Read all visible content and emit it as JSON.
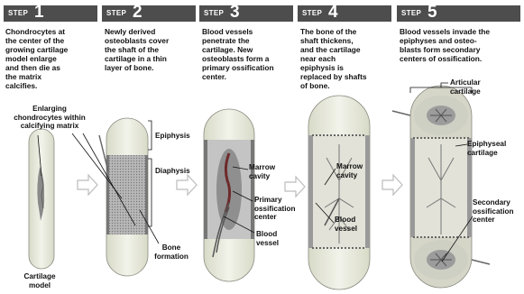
{
  "steps": [
    {
      "label": "STEP",
      "number": "1",
      "text": [
        "Chondrocytes at",
        "the center of the",
        "growing cartilage",
        "model enlarge",
        "and then die as",
        "the matrix",
        "calcifies."
      ]
    },
    {
      "label": "STEP",
      "number": "2",
      "text": [
        "Newly derived",
        "osteoblasts cover",
        "the shaft of the",
        "cartilage in a thin",
        "layer of bone."
      ]
    },
    {
      "label": "STEP",
      "number": "3",
      "text": [
        "Blood vessels",
        "penetrate the",
        "cartilage. New",
        "osteoblasts form a",
        "primary ossification",
        "center."
      ]
    },
    {
      "label": "STEP",
      "number": "4",
      "text": [
        "The bone of the",
        "shaft thickens,",
        "and the cartilage",
        "near each",
        "epiphysis is",
        "replaced by shafts",
        "of bone."
      ]
    },
    {
      "label": "STEP",
      "number": "5",
      "text": [
        "Blood vessels invade the",
        "epiphyses and osteo-",
        "blasts form secondary",
        "centers of ossification."
      ]
    }
  ],
  "labels": {
    "enlarging": [
      "Enlarging",
      "chondrocytes within",
      "calcifying matrix"
    ],
    "cartilage_model": [
      "Cartilage",
      "model"
    ],
    "epiphysis": "Epiphysis",
    "diaphysis": "Diaphysis",
    "bone_formation": [
      "Bone",
      "formation"
    ],
    "marrow_cavity": [
      "Marrow",
      "cavity"
    ],
    "primary_center": [
      "Primary",
      "ossification",
      "center"
    ],
    "blood_vessel": [
      "Blood",
      "vessel"
    ],
    "articular": [
      "Articular",
      "cartilage"
    ],
    "epiphyseal": [
      "Epiphyseal",
      "cartilage"
    ],
    "secondary_center": [
      "Secondary",
      "ossification",
      "center"
    ]
  },
  "colors": {
    "header_bg": "#4d4d4d",
    "header_text": "#ffffff",
    "bone": "#eceee0",
    "calcified": "#a7a7a7"
  }
}
